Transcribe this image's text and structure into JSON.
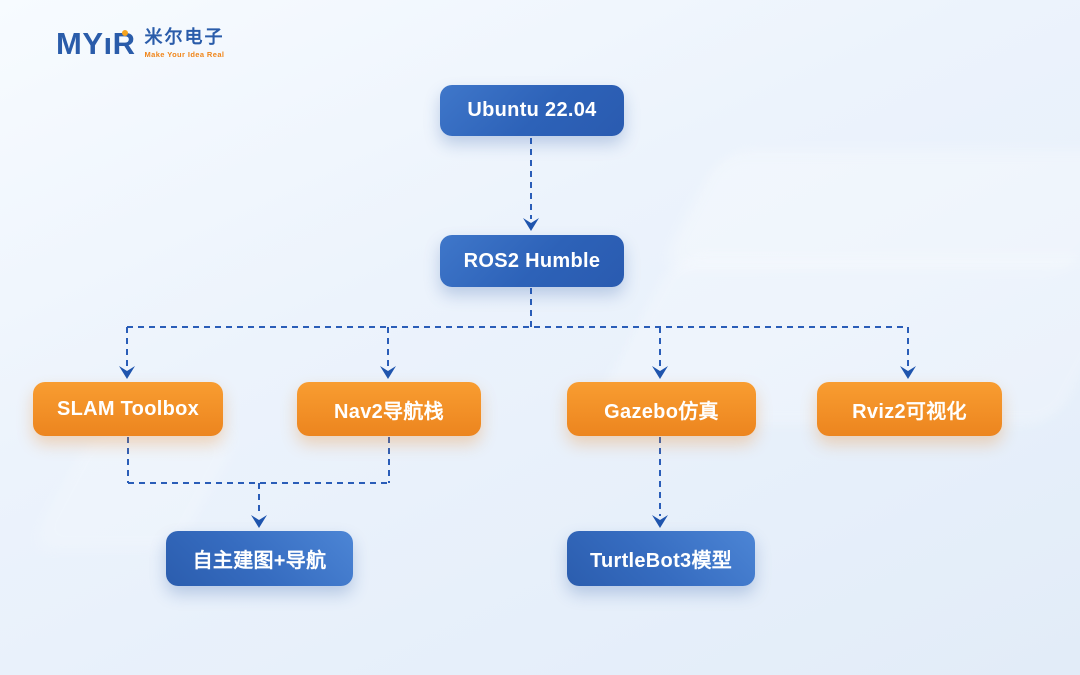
{
  "logo": {
    "wordmark": "MYiR",
    "wordmark_my": "MY",
    "wordmark_i": "ı",
    "wordmark_r": "R",
    "cn_name": "米尔电子",
    "tagline": "Make Your Idea Real"
  },
  "nodes": {
    "ubuntu": {
      "label": "Ubuntu 22.04",
      "style": "blue"
    },
    "ros2": {
      "label": "ROS2 Humble",
      "style": "blue"
    },
    "slam": {
      "label": "SLAM Toolbox",
      "style": "orange"
    },
    "nav2": {
      "label": "Nav2导航栈",
      "style": "orange"
    },
    "gazebo": {
      "label": "Gazebo仿真",
      "style": "orange"
    },
    "rviz2": {
      "label": "Rviz2可视化",
      "style": "orange"
    },
    "mapping": {
      "label": "自主建图+导航",
      "style": "blue"
    },
    "turtlebot": {
      "label": "TurtleBot3模型",
      "style": "blue"
    }
  },
  "edges": [
    {
      "from": "ubuntu",
      "to": "ros2"
    },
    {
      "from": "ros2",
      "to": "slam"
    },
    {
      "from": "ros2",
      "to": "nav2"
    },
    {
      "from": "ros2",
      "to": "gazebo"
    },
    {
      "from": "ros2",
      "to": "rviz2"
    },
    {
      "from": "slam",
      "to": "mapping"
    },
    {
      "from": "nav2",
      "to": "mapping"
    },
    {
      "from": "gazebo",
      "to": "turtlebot"
    }
  ],
  "colors": {
    "node_blue": "#2f66bf",
    "node_blue_light": "#3d74c9",
    "node_orange": "#f08c24",
    "connector": "#2a5db8",
    "logo_blue": "#2a5caa",
    "logo_orange": "#f08519",
    "background": "#e9f1fb"
  }
}
